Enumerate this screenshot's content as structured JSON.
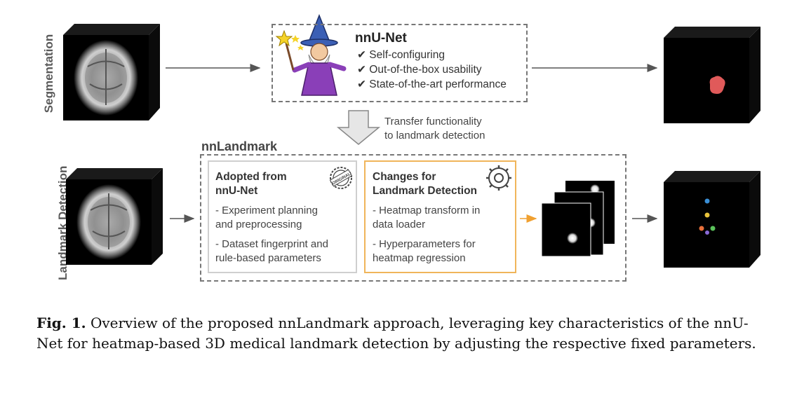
{
  "rows": {
    "segmentation_label": "Segmentation",
    "landmark_label": "Landmark Detection"
  },
  "nnunet": {
    "title": "nnU-Net",
    "features": [
      "✔ Self-configuring",
      "✔ Out-of-the-box usability",
      "✔ State-of-the-art performance"
    ]
  },
  "transfer": {
    "line1": "Transfer functionality",
    "line2": "to landmark detection"
  },
  "nnlandmark": {
    "title": "nnLandmark",
    "adopted": {
      "title_line1": "Adopted from",
      "title_line2": "nnU-Net",
      "item1_line1": "- Experiment planning",
      "item1_line2": "and preprocessing",
      "item2_line1": "- Dataset fingerprint and",
      "item2_line2": "rule-based parameters",
      "badge": "ORIGINAL"
    },
    "changes": {
      "title_line1": "Changes for",
      "title_line2": "Landmark Detection",
      "item1_line1": "- Heatmap transform in",
      "item1_line2": "data loader",
      "item2_line1": "- Hyperparameters for",
      "item2_line2": "heatmap regression"
    }
  },
  "caption": {
    "label": "Fig. 1.",
    "text": " Overview of the proposed nnLandmark approach, leveraging key characteristics of the nnU-Net for heatmap-based 3D medical landmark detection by adjusting the respective fixed parameters."
  },
  "colors": {
    "segmentation_blob": "#e05a5a",
    "changes_border": "#f0b55a",
    "landmark_dots": [
      "#3a8fd6",
      "#e8c23a",
      "#e8703a",
      "#5ac25a",
      "#8a6ad6"
    ]
  }
}
